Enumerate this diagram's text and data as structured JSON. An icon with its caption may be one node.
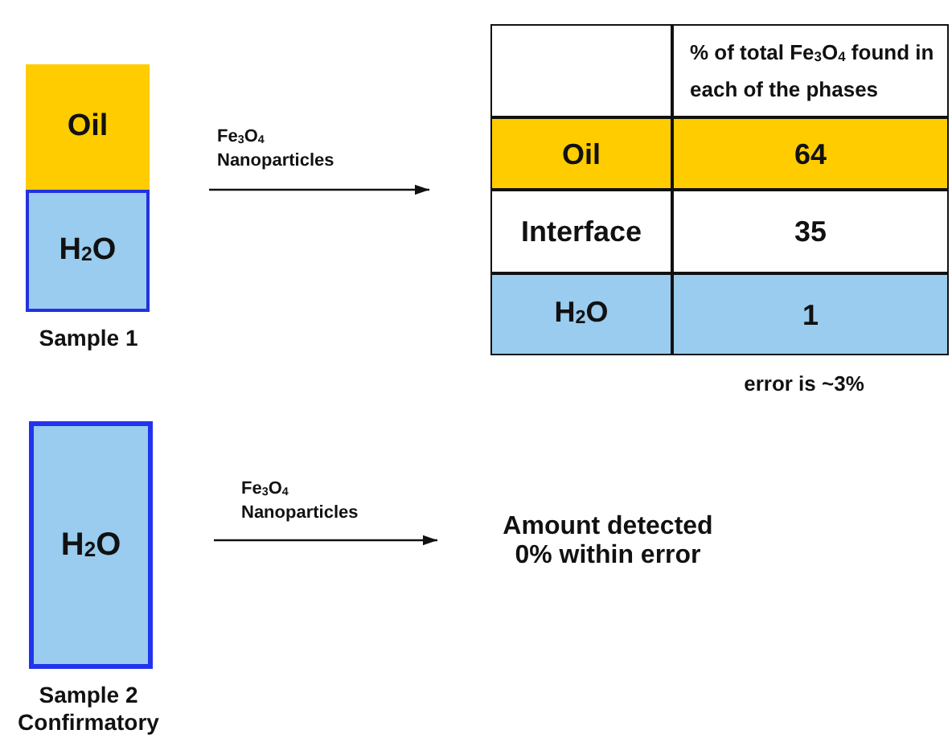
{
  "diagram": {
    "nodes": [
      {
        "text": [
          "Oil"
        ]
      },
      {
        "text": [
          "H$_{2}$O"
        ],
        "beside": [
          "Sample 1"
        ]
      },
      {
        "text": [],
        "shape": "box",
        "beside": [
          "error is ~3%"
        ]
      },
      {
        "text": [
          "H$_{2}$O"
        ],
        "beside": [
          "Sample 2 Confirmatory"
        ]
      },
      {
        "text": [
          "Amount detected 0% within error"
        ]
      }
    ],
    "edges": [
      {
        "from": null,
        "to": 2,
        "arrow": "to",
        "label": "Fe$_{3}$O$_{4}$ Nanoparticles"
      },
      {
        "from": null,
        "to": 4,
        "arrow": "to",
        "label": "Fe$_{3}$O$_{4}$ Nanoparticles"
      }
    ],
    "labels": [
      "% of total Fe$_{3}$O$_{4}$ found in each of the phases",
      "Oil",
      "64",
      "Interface",
      "35",
      "H$_{2}$O",
      "1"
    ]
  }
}
